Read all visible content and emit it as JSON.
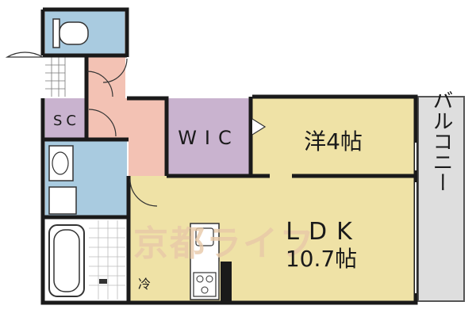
{
  "rooms": {
    "western": {
      "name": "洋4帖"
    },
    "wic": {
      "name": "WIC"
    },
    "sc": {
      "name": "SC"
    },
    "ldk": {
      "name": "LDK",
      "size": "10.7帖"
    },
    "balcony": {
      "name": "バルコニー"
    },
    "fridge": {
      "name": "冷"
    }
  },
  "watermark": "京都ライフ",
  "colors": {
    "wall": "#1a1a1a",
    "western_floor": "#efe2a6",
    "ldk_floor": "#efe2a6",
    "wic_floor": "#c9b3cf",
    "sc_floor": "#c9b3cf",
    "hall_floor": "#f3c2b4",
    "wet_area": "#a9cbe0",
    "balcony_floor": "#dedede"
  }
}
